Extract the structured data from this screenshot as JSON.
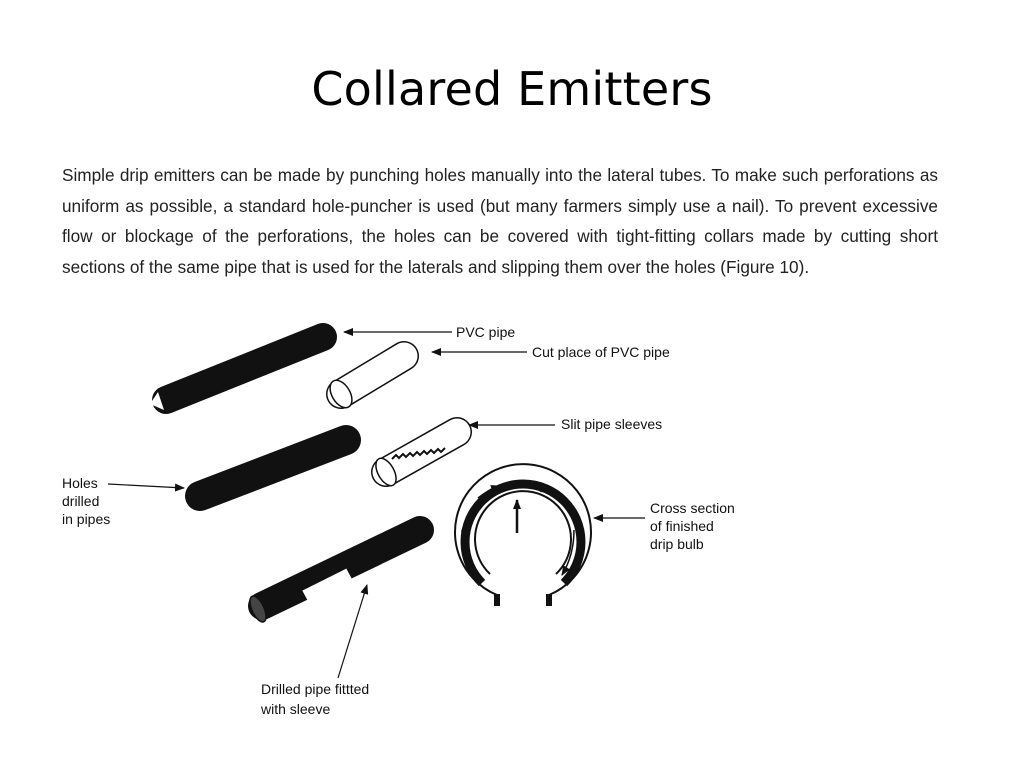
{
  "slide": {
    "title": "Collared Emitters",
    "paragraph": "Simple drip emitters can be made by punching holes manually into the lateral tubes. To make such perforations as uniform as possible, a standard hole-puncher is used (but many farmers simply use a nail). To prevent excessive flow or blockage of the perforations, the holes can be covered with tight-fitting collars made by cutting short sections of the same pipe that is used for the laterals and slipping them over the holes (Figure 10)."
  },
  "figure": {
    "labels": {
      "pvc_pipe": "PVC pipe",
      "cut_place": "Cut place of PVC pipe",
      "slit_sleeves": "Slit pipe sleeves",
      "holes_line1": "Holes",
      "holes_line2": "drilled",
      "holes_line3": "in pipes",
      "cross_line1": "Cross section",
      "cross_line2": "of finished",
      "cross_line3": "drip bulb",
      "drilled_line1": "Drilled pipe fittted",
      "drilled_line2": "with sleeve"
    }
  }
}
